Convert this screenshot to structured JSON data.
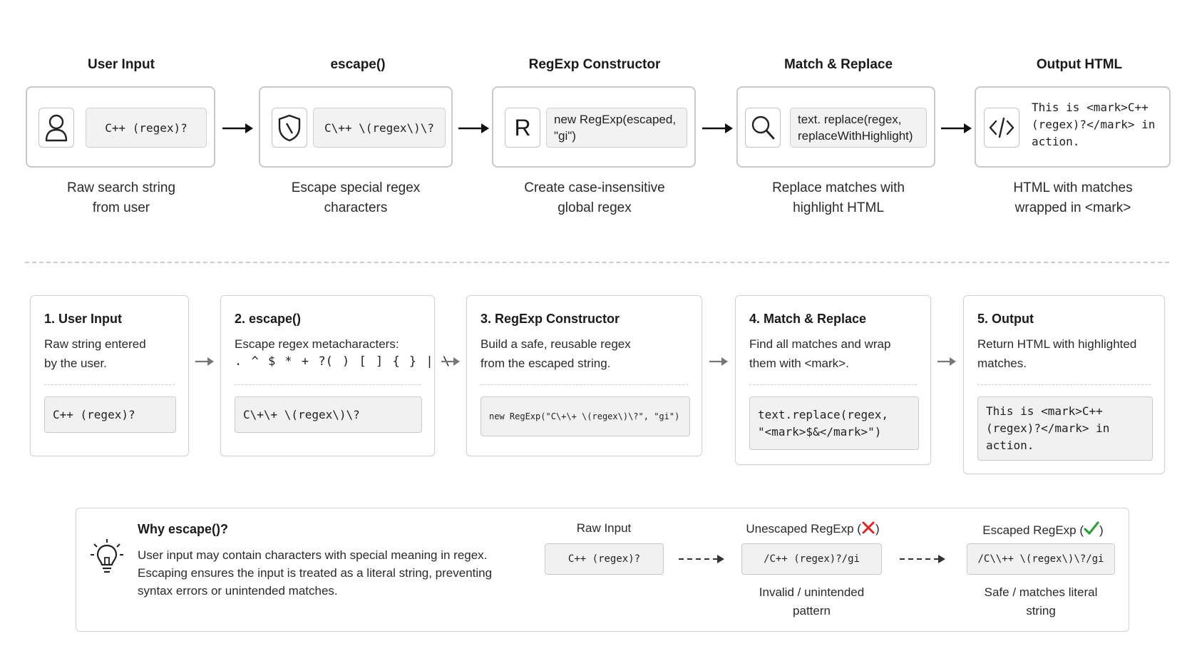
{
  "flow": {
    "stages": [
      {
        "title": "User Input",
        "icon": "user-icon",
        "code": "C++ (regex)?",
        "caption": "Raw search string\nfrom user"
      },
      {
        "title": "escape()",
        "icon": "shield-icon",
        "code": "C\\++ \\(regex\\)\\?",
        "caption": "Escape special regex\ncharacters"
      },
      {
        "title": "RegExp Constructor",
        "icon": "R",
        "code": "new RegExp(escaped,\n\"gi\")",
        "caption": "Create case-insensitive\nglobal regex"
      },
      {
        "title": "Match & Replace",
        "icon": "search-icon",
        "code": "text. replace(regex,\nreplaceWithHighlight)",
        "caption": "Replace matches with\nhighlight HTML"
      },
      {
        "title": "Output HTML",
        "icon": "code-icon",
        "code": "This is <mark>C++\n(regex)?</mark> in\naction.",
        "caption": "HTML with matches\nwrapped in <mark>"
      }
    ]
  },
  "steps": [
    {
      "title": "1. User Input",
      "desc": "Raw string entered\nby the user.",
      "code": "C++ (regex)?"
    },
    {
      "title": "2. escape()",
      "desc": "Escape regex metacharacters:",
      "chars": ". ^ $ * + ?( ) [ ] { } | \\",
      "code": "C\\+\\+ \\(regex\\)\\?"
    },
    {
      "title": "3. RegExp Constructor",
      "desc": "Build a safe, reusable regex\nfrom the escaped string.",
      "code": "new RegExp(\"C\\+\\+ \\(regex\\)\\?\", \"gi\")"
    },
    {
      "title": "4. Match & Replace",
      "desc": "Find all matches and wrap\nthem with <mark>.",
      "code": "text.replace(regex,\n\"<mark>$&</mark>\")"
    },
    {
      "title": "5. Output",
      "desc": "Return HTML with highlighted\nmatches.",
      "code": "This is <mark>C++\n(regex)?</mark> in\naction."
    }
  ],
  "why": {
    "icon": "lightbulb-icon",
    "title": "Why escape()?",
    "text": "User input may contain characters with special meaning in regex. Escaping ensures the input is treated as a literal string, preventing syntax errors or unintended matches.",
    "raw": {
      "label": "Raw Input",
      "code": "C++ (regex)?"
    },
    "unescaped": {
      "label": "Unescaped RegExp (",
      "label_end": ")",
      "code": "/C++ (regex)?/gi",
      "caption": "Invalid / unintended\npattern",
      "status_color": "#e02424"
    },
    "escaped": {
      "label": "Escaped RegExp (",
      "label_end": ")",
      "code": "/C\\\\++ \\(regex\\)\\?/gi",
      "caption": "Safe / matches literal\nstring",
      "status_color": "#2e9e3e"
    }
  }
}
